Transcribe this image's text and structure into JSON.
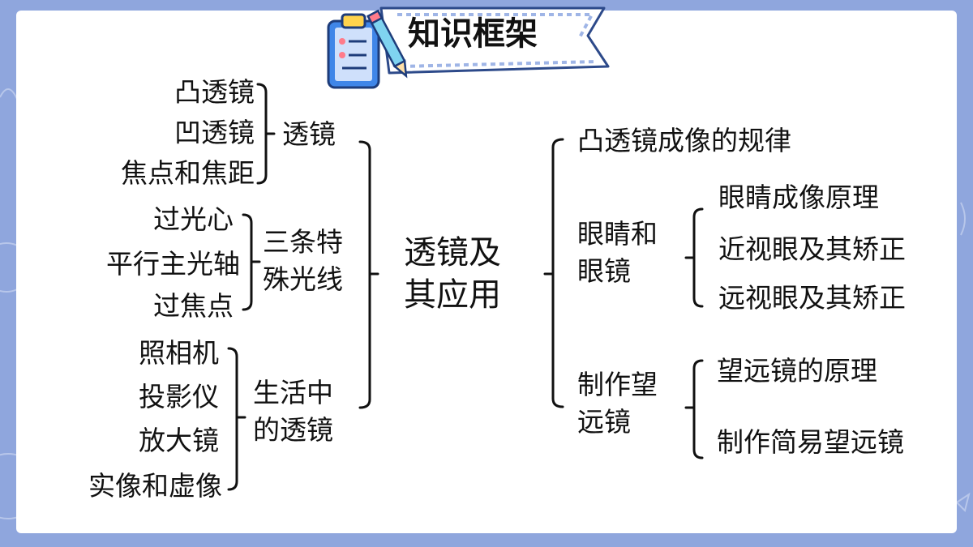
{
  "title": "知识框架",
  "colors": {
    "background": "#8fa6dd",
    "card": "#ffffff",
    "line": "#111111",
    "banner": "#ffffff",
    "clipboard": "#3f86e8"
  },
  "icons": [
    "clipboard-icon",
    "pencil-icon"
  ],
  "root": "透镜及\n其应用",
  "left": {
    "lens": {
      "label": "透镜",
      "items": [
        "凸透镜",
        "凹透镜",
        "焦点和焦距"
      ]
    },
    "rays": {
      "label": "三条特\n殊光线",
      "items": [
        "过光心",
        "平行主光轴",
        "过焦点"
      ]
    },
    "life": {
      "label": "生活中\n的透镜",
      "items": [
        "照相机",
        "投影仪",
        "放大镜",
        "实像和虚像"
      ]
    }
  },
  "right": {
    "rule": "凸透镜成像的规律",
    "eye": {
      "label": "眼睛和\n眼镜",
      "items": [
        "眼睛成像原理",
        "近视眼及其矫正",
        "远视眼及其矫正"
      ]
    },
    "telescope": {
      "label": "制作望\n远镜",
      "items": [
        "望远镜的原理",
        "制作简易望远镜"
      ]
    }
  }
}
